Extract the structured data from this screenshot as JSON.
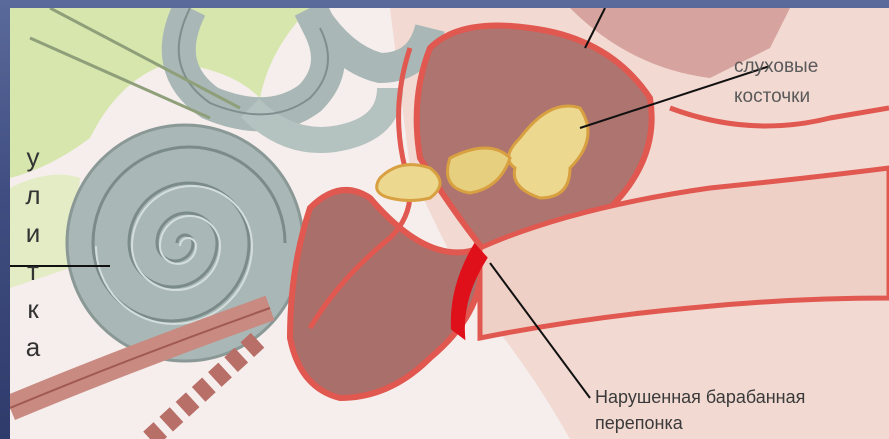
{
  "labels": {
    "ossicles": [
      "слуховые",
      "косточки"
    ],
    "membrane": [
      "Нарушенная барабанная",
      "перепонка"
    ],
    "cochlea": [
      "у",
      "л",
      "и",
      "т",
      "к",
      "а"
    ]
  },
  "colors": {
    "background": "#3f4d80",
    "bone_green": "#cfe3a6",
    "cochlea_gray": "#a9b8b6",
    "vessel_red": "#e0584f",
    "canal_brown": "#a96f6b",
    "ossicle_yellow": "#ecd88f",
    "membrane_red": "#e0101a",
    "skin": "#f1d6cf"
  }
}
